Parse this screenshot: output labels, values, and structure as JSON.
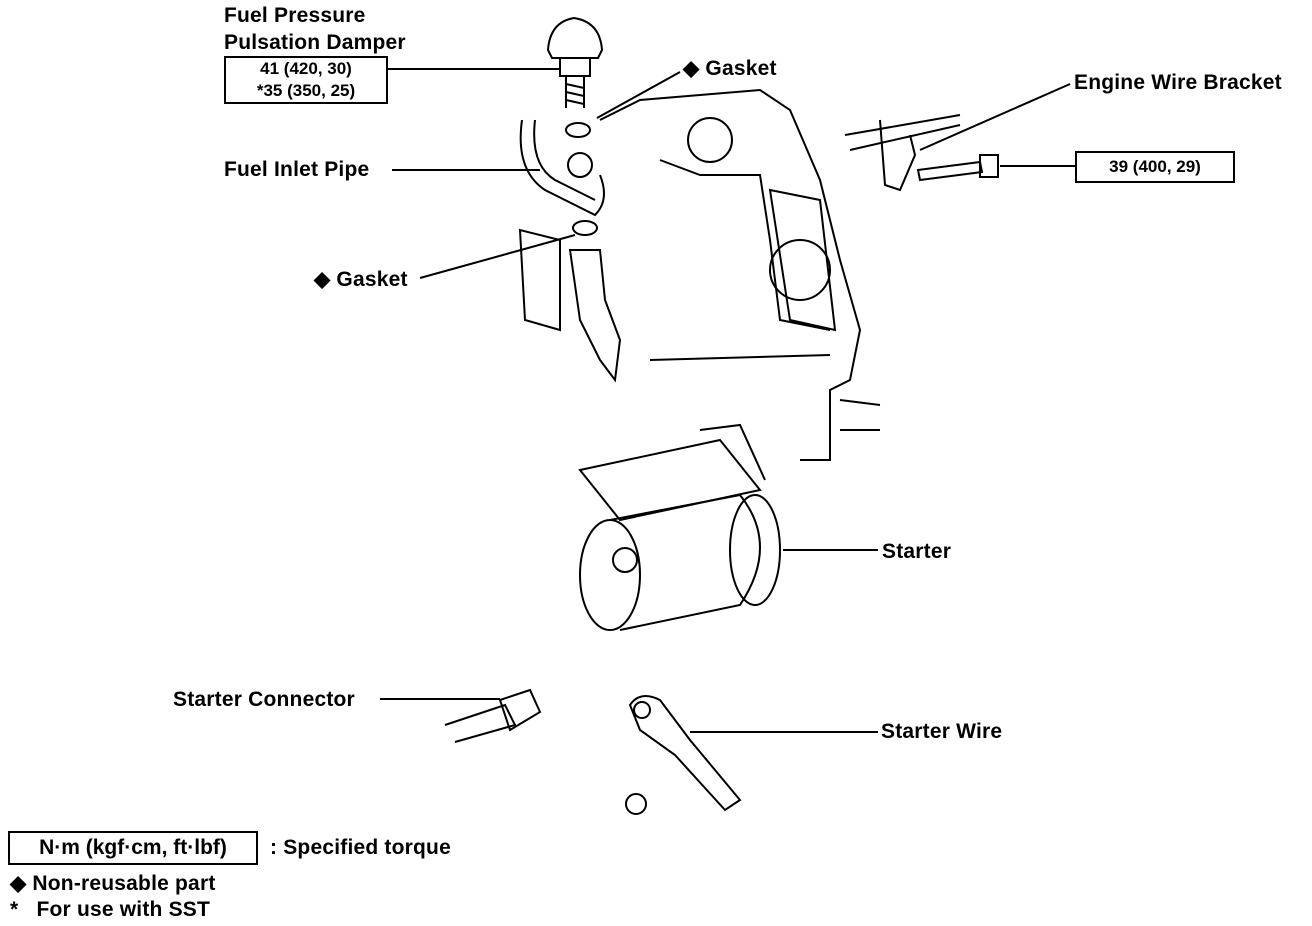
{
  "diagram": {
    "labels": {
      "damper_line1": "Fuel Pressure",
      "damper_line2": "Pulsation Damper",
      "gasket_top": "Gasket",
      "fuel_inlet_pipe": "Fuel Inlet Pipe",
      "gasket_bottom": "Gasket",
      "engine_wire_bracket": "Engine Wire Bracket",
      "starter": "Starter",
      "starter_connector": "Starter Connector",
      "starter_wire": "Starter Wire"
    },
    "torque_specs": {
      "damper": [
        "41 (420, 30)",
        "*35 (350, 25)"
      ],
      "bracket_bolt": "39 (400, 29)"
    },
    "markers": {
      "non_reusable": "◆",
      "sst": "*"
    },
    "legend": {
      "torque_unit": "N·m (kgf·cm, ft·lbf)",
      "torque_desc": ":  Specified torque",
      "non_reusable": "Non-reusable part",
      "sst": "For use with SST"
    }
  }
}
